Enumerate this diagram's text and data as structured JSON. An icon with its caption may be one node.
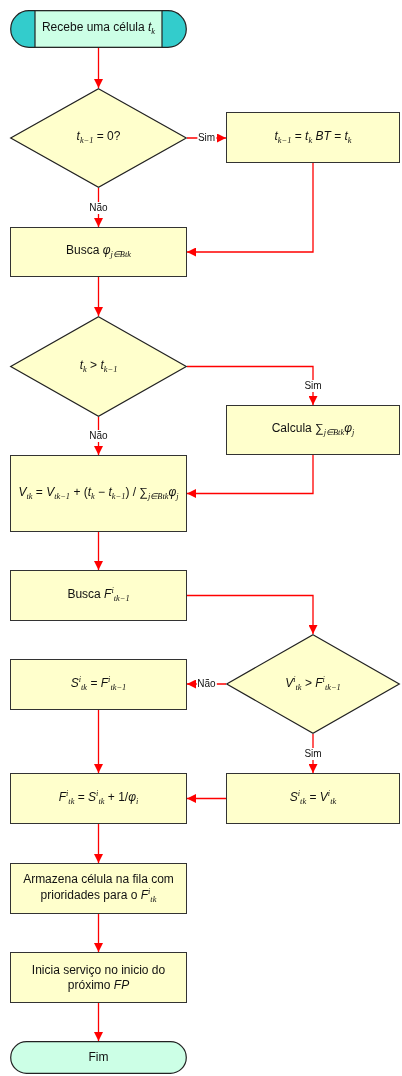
{
  "diagram": {
    "nodes": [
      {
        "text": [
          "Recebe uma célula *t*$_{k}$"
        ]
      },
      {
        "text": [
          "*t*$_{k−1}$ = 0?"
        ]
      },
      {
        "text": [
          "*t*$_{k−1}$ = *t*$_{k}$   *BT* = *t*$_{k}$"
        ]
      },
      {
        "text": [
          "Busca *φ*$_{j∈Btk}$"
        ]
      },
      {
        "text": [
          "*t*$_{k}$ > *t*$_{k−1}$"
        ]
      },
      {
        "text": [
          "Calcula ∑$_{j∈Btk}$*φ*$_{j}$"
        ]
      },
      {
        "text": [
          "*V*$_{tk}$ = *V*$_{tk−1}$ + (*t*$_{k}$ − *t*$_{k−1}$) / ∑$_{j∈Btk}$*φ*$_{j}$"
        ]
      },
      {
        "text": [
          "Busca *F*$^{i}$$_{tk−1}$"
        ]
      },
      {
        "text": [
          "*V*$^{i}$$_{tk}$ > *F*$^{i}$$_{tk−1}$"
        ]
      },
      {
        "text": [
          "*S*$^{i}$$_{tk}$ = *F*$^{i}$$_{tk−1}$"
        ]
      },
      {
        "text": [
          "*S*$^{i}$$_{tk}$ = *V*$^{i}$$_{tk}$"
        ]
      },
      {
        "text": [
          "*F*$^{i}$$_{tk}$ = *S*$^{i}$$_{tk}$ + 1/*φ*$_{i}$"
        ]
      },
      {
        "text": [
          "Armazena célula na fila com prioridades para o *F*$^{i}$$_{tk}$"
        ]
      },
      {
        "text": [
          "Inicia serviço no inicio do próximo *FP*"
        ]
      },
      {
        "text": [
          "Fim"
        ]
      }
    ],
    "edges": [
      {
        "from": 0,
        "to": 1,
        "arrow": "to"
      },
      {
        "from": 1,
        "to": 2,
        "arrow": "to",
        "label": "Sim"
      },
      {
        "from": 1,
        "to": 3,
        "arrow": "to",
        "label": "Não"
      },
      {
        "from": 2,
        "to": 3,
        "arrow": "to"
      },
      {
        "from": 3,
        "to": 4,
        "arrow": "to"
      },
      {
        "from": 4,
        "to": 5,
        "arrow": "to",
        "label": "Sim"
      },
      {
        "from": 4,
        "to": 6,
        "arrow": "to",
        "label": "Não"
      },
      {
        "from": 5,
        "to": 6,
        "arrow": "to"
      },
      {
        "from": 6,
        "to": 7,
        "arrow": "to"
      },
      {
        "from": 7,
        "to": 8,
        "arrow": "to"
      },
      {
        "from": 8,
        "to": 9,
        "arrow": "to",
        "label": "Não"
      },
      {
        "from": 8,
        "to": 10,
        "arrow": "to",
        "label": "Sim"
      },
      {
        "from": 9,
        "to": 11,
        "arrow": "to"
      },
      {
        "from": 10,
        "to": 11,
        "arrow": "to"
      },
      {
        "from": 11,
        "to": 12,
        "arrow": "to"
      },
      {
        "from": 12,
        "to": 13,
        "arrow": "to"
      },
      {
        "from": 13,
        "to": 14,
        "arrow": "to"
      }
    ]
  }
}
